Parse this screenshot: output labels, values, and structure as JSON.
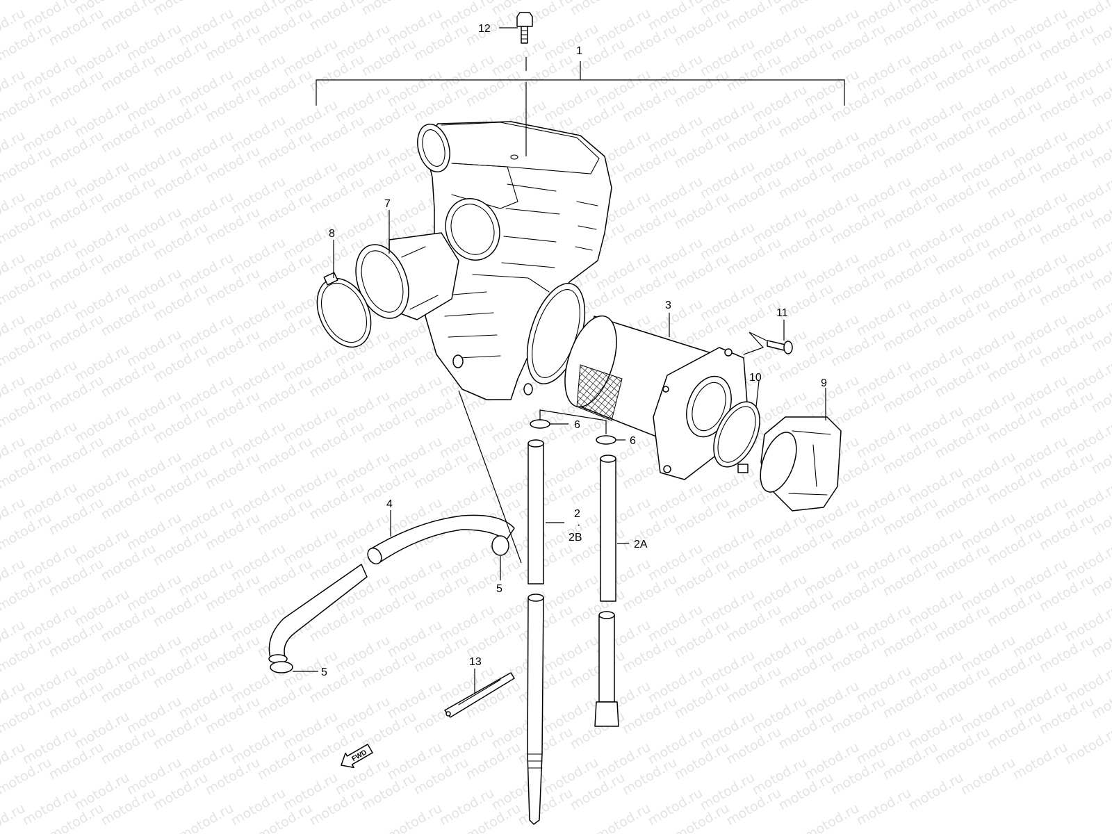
{
  "watermark": "motod.ru",
  "callouts": {
    "c1": "1",
    "c2": "2",
    "c2b": "2B",
    "c2a": "2A",
    "c3": "3",
    "c4": "4",
    "c5a": "5",
    "c5b": "5",
    "c6a": "6",
    "c6b": "6",
    "c7": "7",
    "c8": "8",
    "c9": "9",
    "c10": "10",
    "c11": "11",
    "c12": "12",
    "c13": "13"
  },
  "fwd_label": "FWD",
  "colors": {
    "line": "#000000",
    "watermark": "#e3e3e3",
    "background": "#ffffff"
  }
}
